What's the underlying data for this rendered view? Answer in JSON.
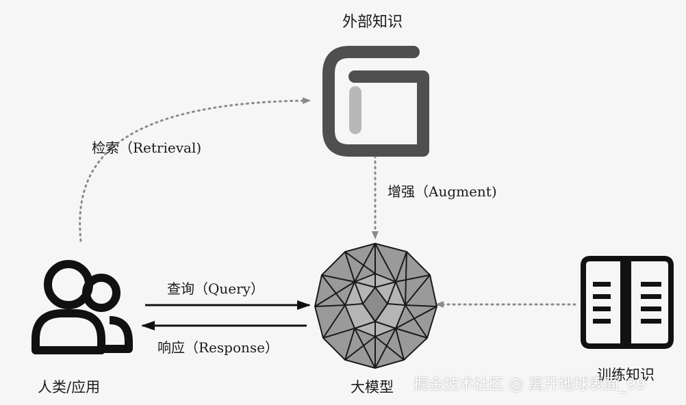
{
  "nodes": {
    "external_knowledge": "外部知识",
    "human_app": "人类/应用",
    "llm": "大模型",
    "training_knowledge": "训练知识"
  },
  "edges": {
    "retrieval": "检索（Retrieval)",
    "augment": "增强（Augment)",
    "query": "查询（Query）",
    "response": "响应（Response）"
  },
  "watermark": "掘金技术社区 @ 离开地球表面_99",
  "colors": {
    "background": "#f6f6f6",
    "icon_dark": "#4a4a4a",
    "icon_black": "#111111",
    "arrow": "#777777"
  },
  "icons": {
    "external_knowledge": "book-cover-icon",
    "human_app": "users-icon",
    "llm": "polyhedron-icon",
    "training_knowledge": "open-book-icon"
  }
}
